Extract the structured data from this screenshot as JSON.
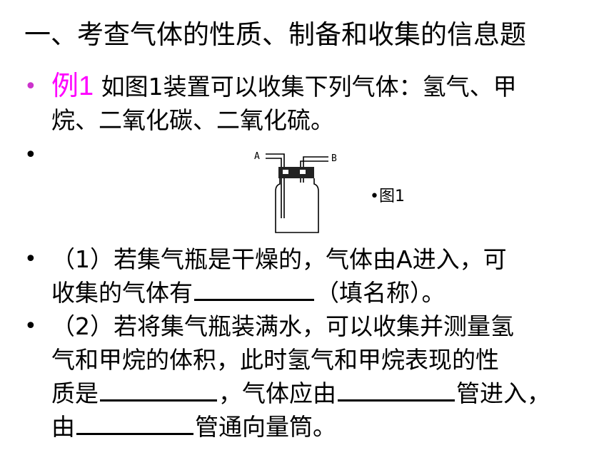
{
  "title": "一、考查气体的性质、制备和收集的信息题",
  "example": {
    "label": "例1",
    "line1": "如图1装置可以收集下列气体：氢气、甲",
    "line2": "烷、二氧化碳、二氧化硫。"
  },
  "figure": {
    "label_a": "A",
    "label_b": "B",
    "caption": "•图1"
  },
  "q1": {
    "line1": "（1）若集气瓶是干燥的，气体由A进入，可",
    "line2_before": "收集的气体有",
    "line2_after": "（填名称）。"
  },
  "q2": {
    "line1": "（2）若将集气瓶装满水，可以收集并测量氢",
    "line2": "气和甲烷的体积，此时氢气和甲烷表现的性",
    "line3_a": "质是",
    "line3_b": "，气体应由",
    "line3_c": "管进入，",
    "line4_a": "由",
    "line4_b": "管通向量筒。"
  },
  "colors": {
    "accent": "#ff00ff",
    "bullet": "#cc33cc"
  }
}
